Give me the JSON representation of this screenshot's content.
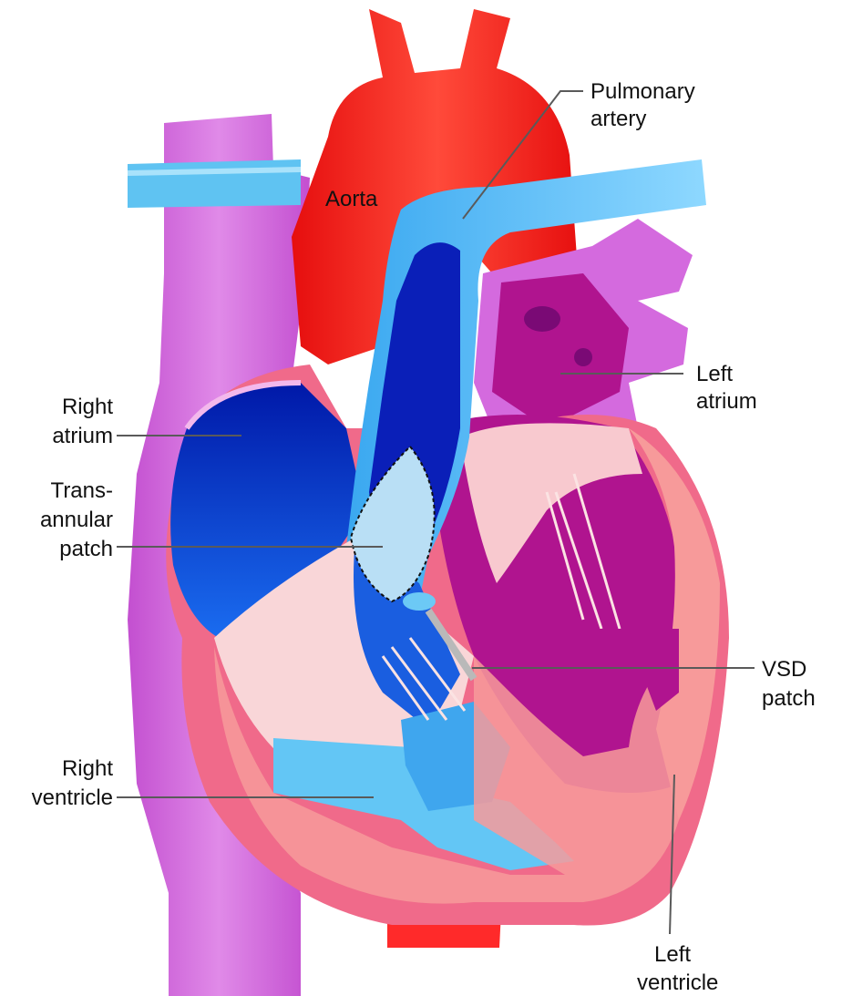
{
  "labels": {
    "aorta": "Aorta",
    "pulmonary_artery": [
      "Pulmonary",
      "artery"
    ],
    "left_atrium": [
      "Left",
      "atrium"
    ],
    "right_atrium": [
      "Right",
      "atrium"
    ],
    "transannular_patch": [
      "Trans-",
      "annular",
      "patch"
    ],
    "vsd_patch": [
      "VSD",
      "patch"
    ],
    "right_ventricle": [
      "Right",
      "ventricle"
    ],
    "left_ventricle": [
      "Left",
      "ventricle"
    ]
  },
  "colors": {
    "aorta_red": "#ff2a2a",
    "oxygenated_pink": "#f06a8a",
    "muscle_salmon": "#f79a9a",
    "deoxygenated_blue": "#0a2ad0",
    "pulmonary_light_blue": "#63c6f5",
    "left_heart_magenta": "#b0148f",
    "vena_cava_violet": "#d66ae0",
    "valve_cream": "#fbe3e3",
    "patch_light_blue": "#b9dff5"
  },
  "icons": [
    "heart-anatomy-illustration"
  ]
}
